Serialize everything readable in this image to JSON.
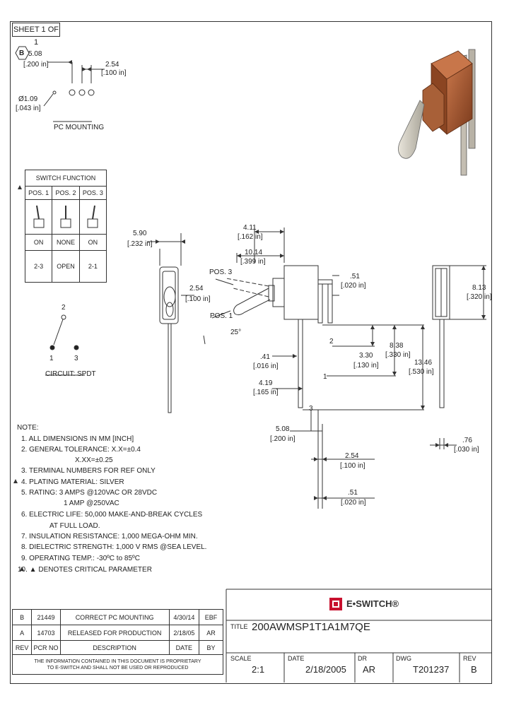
{
  "sheet": "SHEET 1 OF 1",
  "rev_marker": "B",
  "pc_mounting": {
    "dim_pitch_mm": "5.08",
    "dim_pitch_in": "[.200 in]",
    "dim_spacing_mm": "2.54",
    "dim_spacing_in": "[.100 in]",
    "dim_hole_mm": "Ø1.09",
    "dim_hole_in": "[.043 in]",
    "label": "PC MOUNTING"
  },
  "switch_function": {
    "title": "SWITCH FUNCTION",
    "headers": [
      "POS. 1",
      "POS. 2",
      "POS. 3"
    ],
    "states": [
      "ON",
      "NONE",
      "ON"
    ],
    "terminals": [
      "2-3",
      "OPEN",
      "2-1"
    ]
  },
  "circuit": {
    "label": "CIRCUIT: SPDT",
    "pins": [
      "2",
      "1",
      "3"
    ]
  },
  "dimensions": {
    "d590_mm": "5.90",
    "d590_in": "[.232 in]",
    "d411_mm": "4.11",
    "d411_in": "[.162 in]",
    "d1014_mm": "10.14",
    "d1014_in": "[.399 in]",
    "pos3": "POS. 3",
    "pos1": "POS. 1",
    "d254_mm": "2.54",
    "d254_in": "[.100 in]",
    "angle": "25°",
    "d051a_mm": ".51",
    "d051a_in": "[.020 in]",
    "d813_mm": "8.13",
    "d813_in": "[.320 in]",
    "d041_mm": ".41",
    "d041_in": "[.016 in]",
    "d330_mm": "3.30",
    "d330_in": "[.130 in]",
    "d838_mm": "8.38",
    "d838_in": "[.330 in]",
    "d419_mm": "4.19",
    "d419_in": "[.165 in]",
    "d1346_mm": "13.46",
    "d1346_in": "[.530 in]",
    "d508_mm": "5.08",
    "d508_in": "[.200 in]",
    "d076_mm": ".76",
    "d076_in": "[.030 in]",
    "d254b_mm": "2.54",
    "d254b_in": "[.100 in]",
    "d051b_mm": ".51",
    "d051b_in": "[.020 in]",
    "term1": "1",
    "term2": "2",
    "term3": "3"
  },
  "notes": {
    "title": "NOTE:",
    "lines": [
      "1. ALL DIMENSIONS IN MM [INCH]",
      "2. GENERAL TOLERANCE: X.X=±0.4",
      "X.XX=±0.25",
      "3. TERMINAL NUMBERS FOR REF ONLY",
      "4. PLATING MATERIAL: SILVER",
      "5. RATING: 3 AMPS @120VAC OR 28VDC",
      "1 AMP @250VAC",
      "6. ELECTRIC LIFE: 50,000 MAKE-AND-BREAK CYCLES",
      "AT FULL LOAD.",
      "7. INSULATION RESISTANCE: 1,000 MEGA-OHM MIN.",
      "8. DIELECTRIC STRENGTH: 1,000 V RMS @SEA LEVEL.",
      "9. OPERATING TEMP.: -30ºC to 85ºC",
      "10. ▲ DENOTES CRITICAL PARAMETER"
    ]
  },
  "revisions": {
    "rows": [
      [
        "B",
        "21449",
        "CORRECT PC MOUNTING",
        "4/30/14",
        "EBF"
      ],
      [
        "A",
        "14703",
        "RELEASED FOR PRODUCTION",
        "2/18/05",
        "AR"
      ]
    ],
    "headers": [
      "REV",
      "PCR NO",
      "DESCRIPTION",
      "DATE",
      "BY"
    ],
    "footer_line1": "THE INFORMATION CONTAINED IN THIS DOCUMENT IS PROPRIETARY",
    "footer_line2": "TO E-SWITCH AND SHALL NOT BE USED OR REPRODUCED"
  },
  "title_block": {
    "brand": "E•SWITCH®",
    "title_label": "TITLE",
    "title_value": "200AWMSP1T1A1M7QE",
    "scale_label": "SCALE",
    "scale_value": "2:1",
    "date_label": "DATE",
    "date_value": "2/18/2005",
    "dr_label": "DR",
    "dr_value": "AR",
    "dwg_label": "DWG",
    "dwg_value": "T201237",
    "rev_label": "REV",
    "rev_value": "B"
  },
  "colors": {
    "line": "#333333",
    "brand_red": "#c8102e",
    "body_brown": "#a0522d",
    "lever_gray": "#c8c4b8"
  }
}
